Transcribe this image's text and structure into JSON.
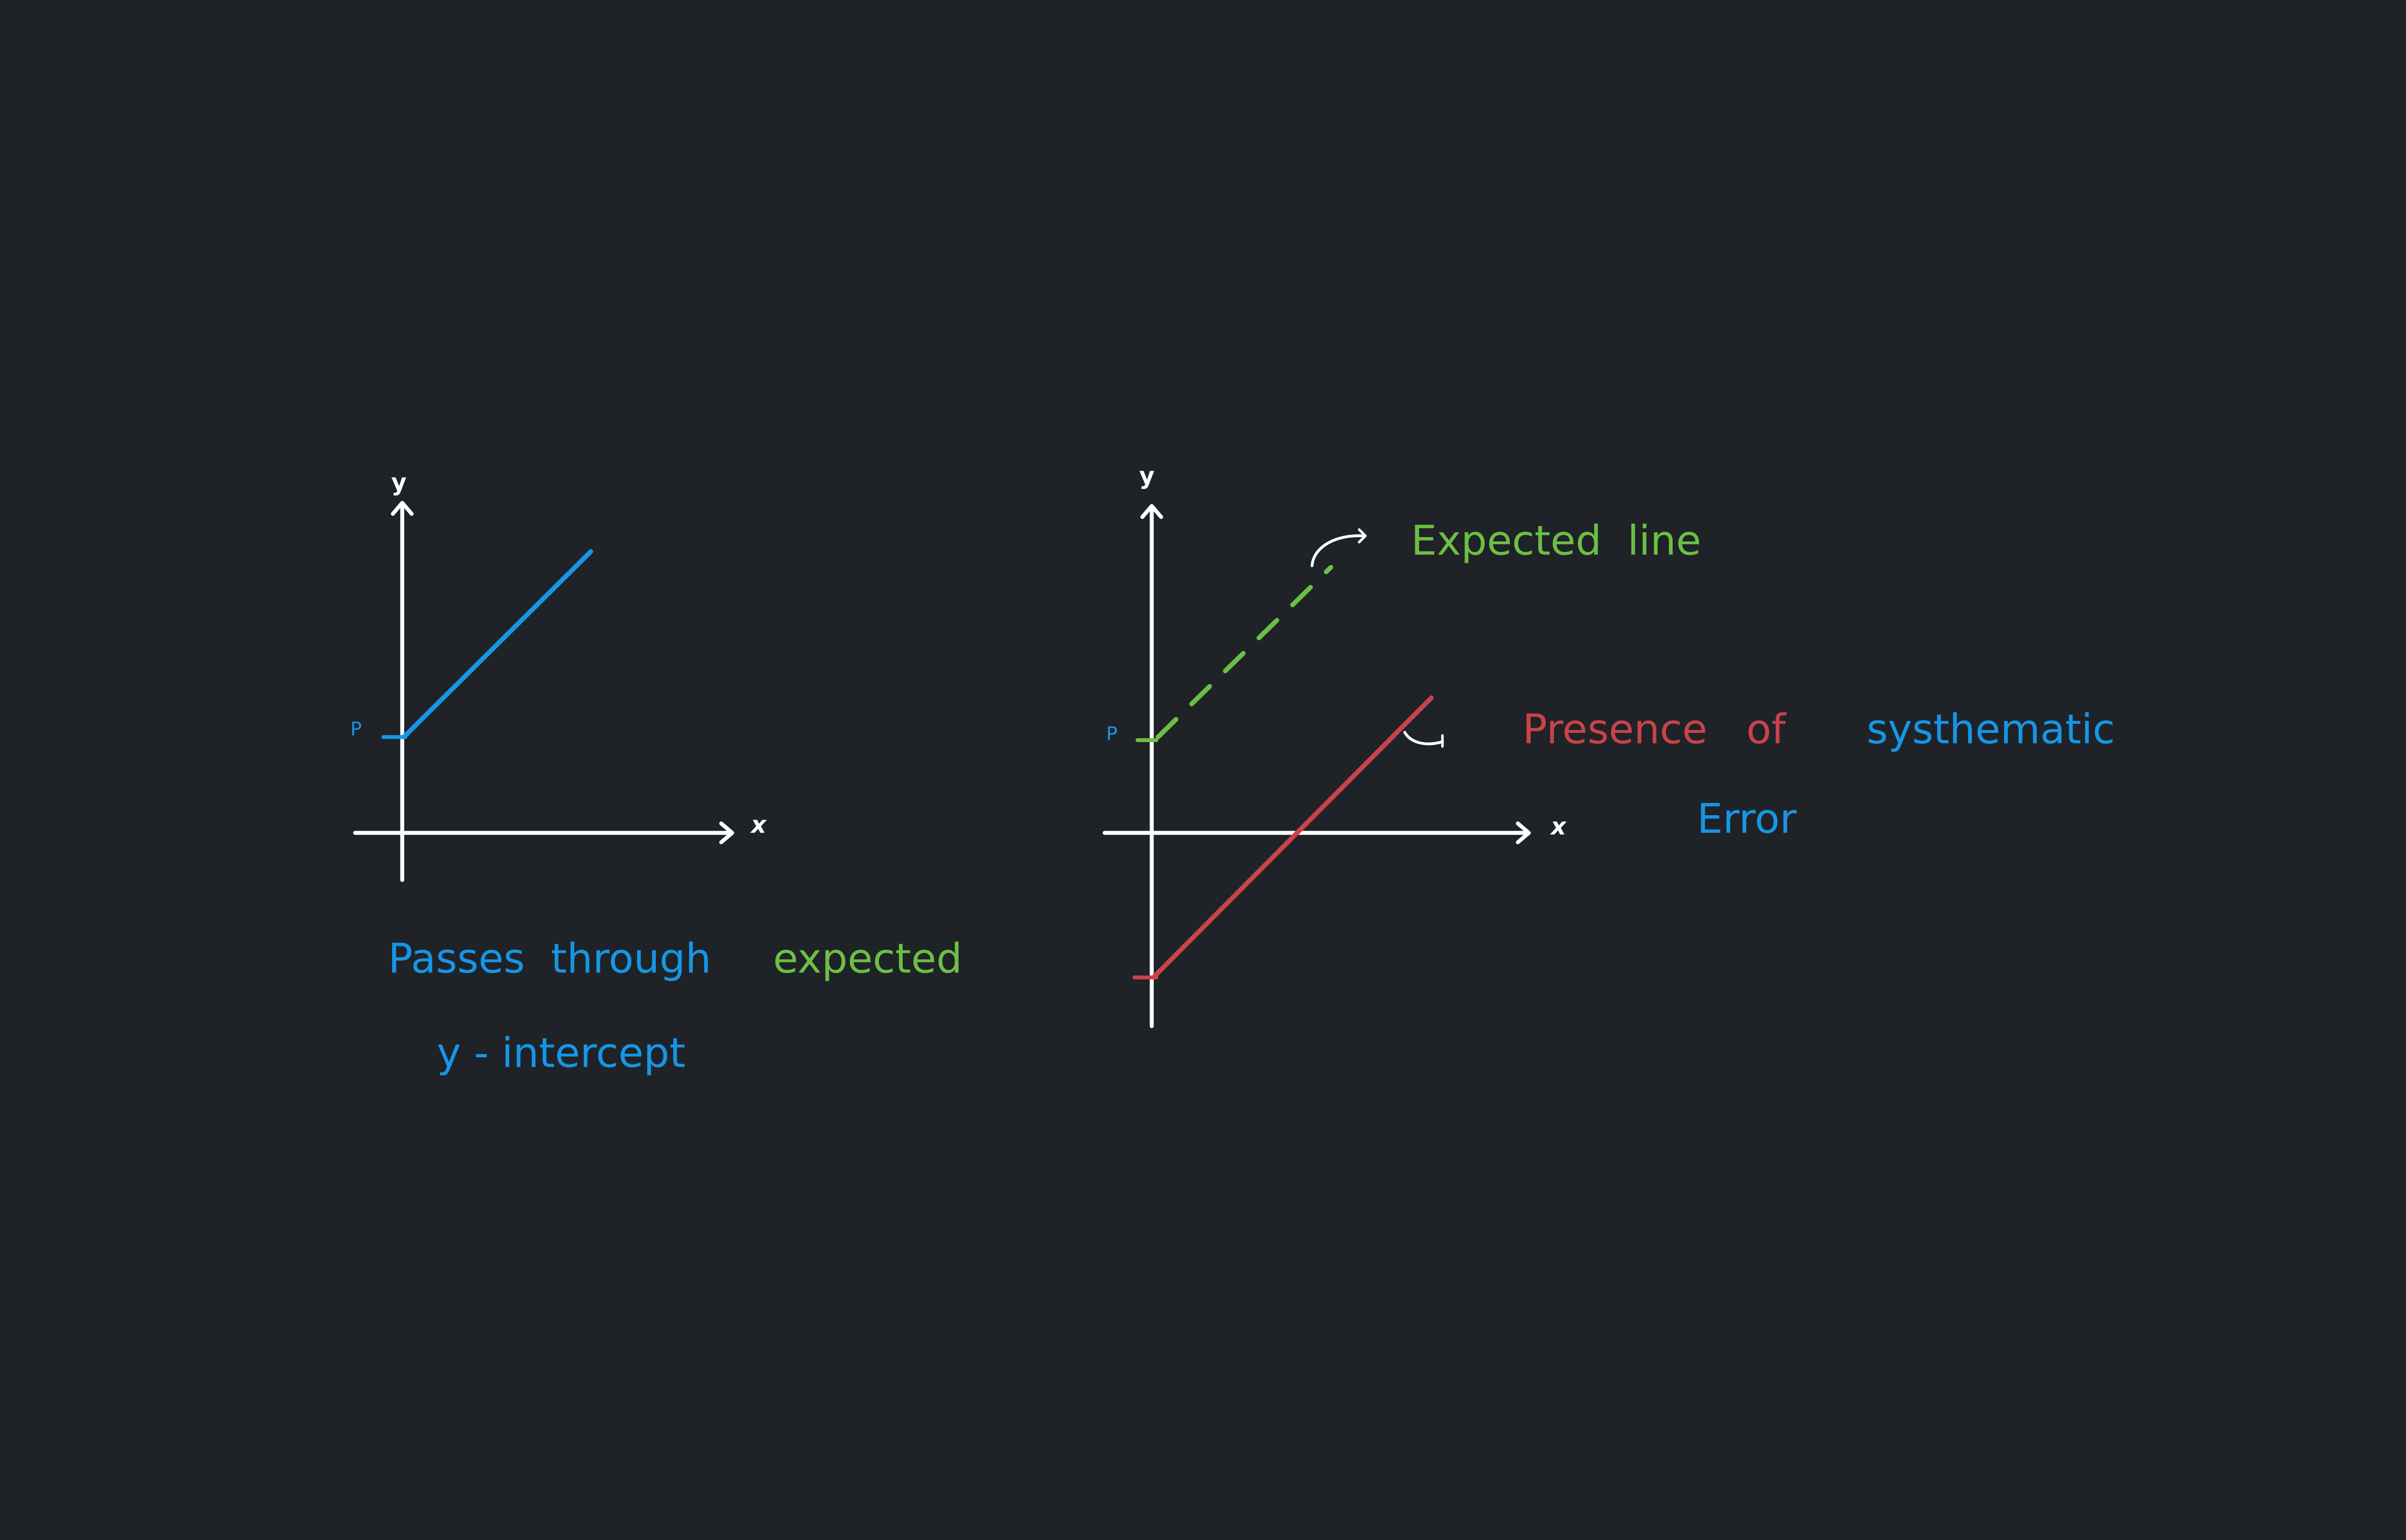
{
  "colors": {
    "background": "#1f2328",
    "axis": "#ffffff",
    "blue": "#1696e6",
    "green": "#6dbf43",
    "red": "#c8434a"
  },
  "left_graph": {
    "y_axis_label": "y",
    "x_axis_label": "x",
    "intercept_label": "P",
    "caption": {
      "line1_part1": "Passes  through",
      "line1_part2": "expected",
      "line2": "y - intercept"
    }
  },
  "right_graph": {
    "y_axis_label": "y",
    "x_axis_label": "x",
    "intercept_label": "P",
    "expected_line_label": "Expected  line",
    "error_label": {
      "part1": "Presence   of",
      "part2": "systhematic",
      "line2": "Error"
    }
  }
}
